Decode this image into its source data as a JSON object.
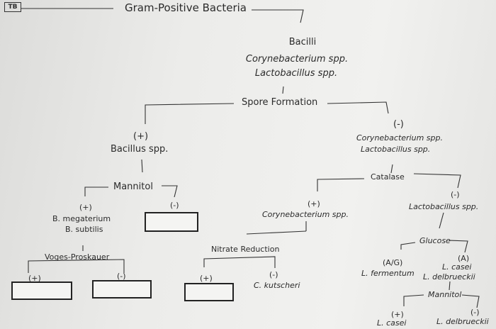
{
  "title": "Gram-Positive Bacteria",
  "logo_text": "TB",
  "bacilli": {
    "heading": "Bacilli",
    "genus1": "Corynebacterium spp.",
    "genus2": "Lactobacillus spp."
  },
  "spore": {
    "label": "Spore Formation",
    "pos": "(+)",
    "pos_name": "Bacillus spp.",
    "neg": "(-)",
    "neg_name1": "Corynebacterium spp.",
    "neg_name2": "Lactobacillus spp."
  },
  "mannitol1": {
    "label": "Mannitol",
    "pos": "(+)",
    "pos_name1": "B. megaterium",
    "pos_name2": "B. subtilis",
    "neg": "(-)"
  },
  "voges": {
    "label": "Voges-Proskauer",
    "pos": "(+)",
    "neg": "(-)"
  },
  "catalase": {
    "label": "Catalase",
    "pos": "(+)",
    "pos_name": "Corynebacterium spp.",
    "neg": "(-)",
    "neg_name": "Lactobacillus spp."
  },
  "nitrate": {
    "label": "Nitrate Reduction",
    "pos": "(+)",
    "neg": "(-)",
    "neg_name": "C. kutscheri"
  },
  "glucose": {
    "label": "Glucose",
    "ag": "(A/G)",
    "ag_name": "L. fermentum",
    "a": "(A)",
    "a_name1": "L. casei",
    "a_name2": "L. delbrueckii"
  },
  "mannitol2": {
    "label": "Mannitol",
    "pos": "(+)",
    "pos_name": "L. casei",
    "neg": "(-)",
    "neg_name": "L. delbrueckii"
  }
}
